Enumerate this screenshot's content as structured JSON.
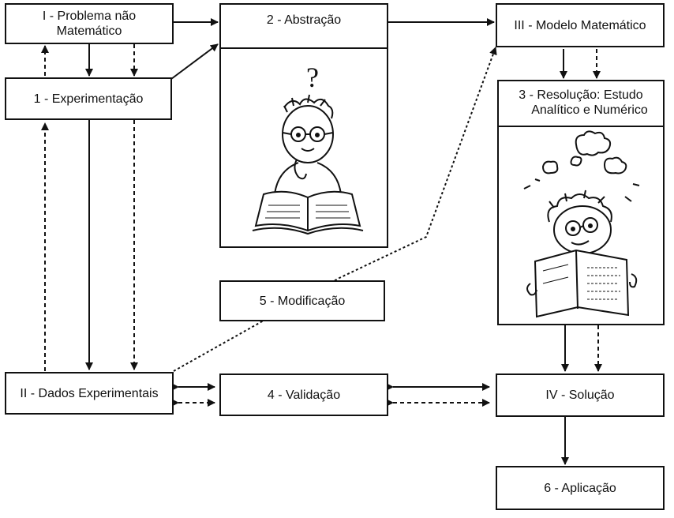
{
  "diagram": {
    "boxes": {
      "problema": {
        "line1": "I - Problema não",
        "line2": "Matemático"
      },
      "experimentacao": {
        "label": "1 - Experimentação"
      },
      "abstracao": {
        "label": "2 - Abstração"
      },
      "modelo": {
        "label": "III - Modelo Matemático"
      },
      "resolucao": {
        "line1": "3 - Resolução: Estudo",
        "line2": "Analítico e Numérico"
      },
      "modificacao": {
        "label": "5 - Modificação"
      },
      "dados": {
        "label": "II - Dados Experimentais"
      },
      "validacao": {
        "label": "4 - Validação"
      },
      "solucao": {
        "label": "IV - Solução"
      },
      "aplicacao": {
        "label": "6 - Aplicação"
      }
    },
    "illustrations": {
      "abstracao_symbol": "?"
    }
  }
}
